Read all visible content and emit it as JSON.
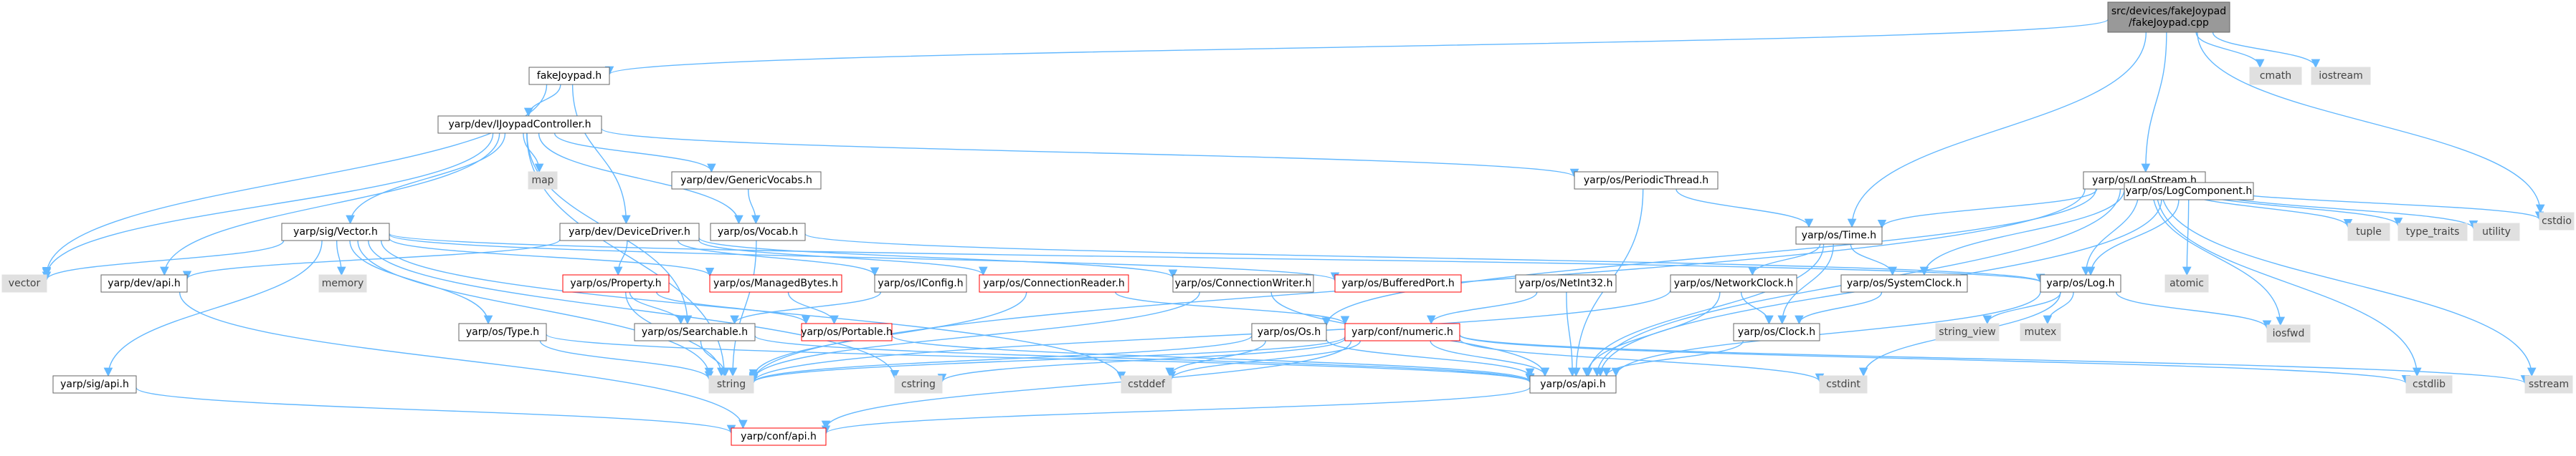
{
  "graph": {
    "colors": {
      "normal_fill": "#ffffff",
      "normal_stroke": "#666666",
      "normal_text": "#000000",
      "root_fill": "#999999",
      "root_stroke": "#666666",
      "external_fill": "#e0e0e0",
      "external_stroke": "#e0e0e0",
      "external_text": "#444444",
      "incomplete_stroke": "#ff0000",
      "edge": "#63b8ff"
    },
    "nodes": [
      {
        "id": "root",
        "label": [
          "src/devices/fakeJoypad",
          "/fakeJoypad.cpp"
        ],
        "kind": "root",
        "interactable": false
      },
      {
        "id": "fakejoypad_h",
        "label": [
          "fakeJoypad.h"
        ],
        "kind": "normal",
        "interactable": true
      },
      {
        "id": "ijoypadcontroller",
        "label": [
          "yarp/dev/IJoypadController.h"
        ],
        "kind": "normal",
        "interactable": true
      },
      {
        "id": "cmath",
        "label": [
          "cmath"
        ],
        "kind": "external",
        "interactable": false
      },
      {
        "id": "iostream",
        "label": [
          "iostream"
        ],
        "kind": "external",
        "interactable": false
      },
      {
        "id": "logstream",
        "label": [
          "yarp/os/LogStream.h"
        ],
        "kind": "normal",
        "interactable": true
      },
      {
        "id": "cstdio",
        "label": [
          "cstdio"
        ],
        "kind": "external",
        "interactable": false
      },
      {
        "id": "map",
        "label": [
          "map"
        ],
        "kind": "external",
        "interactable": false
      },
      {
        "id": "genericvocabs",
        "label": [
          "yarp/dev/GenericVocabs.h"
        ],
        "kind": "normal",
        "interactable": true
      },
      {
        "id": "periodicthread",
        "label": [
          "yarp/os/PeriodicThread.h"
        ],
        "kind": "normal",
        "interactable": true
      },
      {
        "id": "sigvector",
        "label": [
          "yarp/sig/Vector.h"
        ],
        "kind": "normal",
        "interactable": true
      },
      {
        "id": "devicedriver",
        "label": [
          "yarp/dev/DeviceDriver.h"
        ],
        "kind": "normal",
        "interactable": true
      },
      {
        "id": "vocab",
        "label": [
          "yarp/os/Vocab.h"
        ],
        "kind": "normal",
        "interactable": true
      },
      {
        "id": "time",
        "label": [
          "yarp/os/Time.h"
        ],
        "kind": "normal",
        "interactable": true
      },
      {
        "id": "logcomponent",
        "label": [
          "yarp/os/LogComponent.h"
        ],
        "kind": "normal",
        "interactable": true
      },
      {
        "id": "tuple",
        "label": [
          "tuple"
        ],
        "kind": "external",
        "interactable": false
      },
      {
        "id": "type_traits",
        "label": [
          "type_traits"
        ],
        "kind": "external",
        "interactable": false
      },
      {
        "id": "utility",
        "label": [
          "utility"
        ],
        "kind": "external",
        "interactable": false
      },
      {
        "id": "vector",
        "label": [
          "vector"
        ],
        "kind": "external",
        "interactable": false
      },
      {
        "id": "memory",
        "label": [
          "memory"
        ],
        "kind": "external",
        "interactable": false
      },
      {
        "id": "devapi",
        "label": [
          "yarp/dev/api.h"
        ],
        "kind": "normal",
        "interactable": true
      },
      {
        "id": "property",
        "label": [
          "yarp/os/Property.h"
        ],
        "kind": "incomplete",
        "interactable": true
      },
      {
        "id": "managedbytes",
        "label": [
          "yarp/os/ManagedBytes.h"
        ],
        "kind": "incomplete",
        "interactable": true
      },
      {
        "id": "iconfig",
        "label": [
          "yarp/os/IConfig.h"
        ],
        "kind": "normal",
        "interactable": true
      },
      {
        "id": "connectionreader",
        "label": [
          "yarp/os/ConnectionReader.h"
        ],
        "kind": "incomplete",
        "interactable": true
      },
      {
        "id": "connectionwriter",
        "label": [
          "yarp/os/ConnectionWriter.h"
        ],
        "kind": "normal",
        "interactable": true
      },
      {
        "id": "bufferedport",
        "label": [
          "yarp/os/BufferedPort.h"
        ],
        "kind": "incomplete",
        "interactable": true
      },
      {
        "id": "netint32",
        "label": [
          "yarp/os/NetInt32.h"
        ],
        "kind": "normal",
        "interactable": true
      },
      {
        "id": "networkclock",
        "label": [
          "yarp/os/NetworkClock.h"
        ],
        "kind": "normal",
        "interactable": true
      },
      {
        "id": "systemclock",
        "label": [
          "yarp/os/SystemClock.h"
        ],
        "kind": "normal",
        "interactable": true
      },
      {
        "id": "log",
        "label": [
          "yarp/os/Log.h"
        ],
        "kind": "normal",
        "interactable": true
      },
      {
        "id": "atomic",
        "label": [
          "atomic"
        ],
        "kind": "external",
        "interactable": false
      },
      {
        "id": "iosfwd",
        "label": [
          "iosfwd"
        ],
        "kind": "external",
        "interactable": false
      },
      {
        "id": "cstdlib",
        "label": [
          "cstdlib"
        ],
        "kind": "external",
        "interactable": false
      },
      {
        "id": "sstream",
        "label": [
          "sstream"
        ],
        "kind": "external",
        "interactable": false
      },
      {
        "id": "ostype",
        "label": [
          "yarp/os/Type.h"
        ],
        "kind": "normal",
        "interactable": true
      },
      {
        "id": "searchable",
        "label": [
          "yarp/os/Searchable.h"
        ],
        "kind": "normal",
        "interactable": true
      },
      {
        "id": "portable",
        "label": [
          "yarp/os/Portable.h"
        ],
        "kind": "incomplete",
        "interactable": true
      },
      {
        "id": "os_os",
        "label": [
          "yarp/os/Os.h"
        ],
        "kind": "normal",
        "interactable": true
      },
      {
        "id": "numeric",
        "label": [
          "yarp/conf/numeric.h"
        ],
        "kind": "incomplete",
        "interactable": true
      },
      {
        "id": "clock",
        "label": [
          "yarp/os/Clock.h"
        ],
        "kind": "normal",
        "interactable": true
      },
      {
        "id": "string_view",
        "label": [
          "string_view"
        ],
        "kind": "external",
        "interactable": false
      },
      {
        "id": "mutex",
        "label": [
          "mutex"
        ],
        "kind": "external",
        "interactable": false
      },
      {
        "id": "sigapi",
        "label": [
          "yarp/sig/api.h"
        ],
        "kind": "normal",
        "interactable": true
      },
      {
        "id": "string",
        "label": [
          "string"
        ],
        "kind": "external",
        "interactable": false
      },
      {
        "id": "cstring",
        "label": [
          "cstring"
        ],
        "kind": "external",
        "interactable": false
      },
      {
        "id": "cstddef",
        "label": [
          "cstddef"
        ],
        "kind": "external",
        "interactable": false
      },
      {
        "id": "osapi",
        "label": [
          "yarp/os/api.h"
        ],
        "kind": "normal",
        "interactable": true
      },
      {
        "id": "cstdint",
        "label": [
          "cstdint"
        ],
        "kind": "external",
        "interactable": false
      },
      {
        "id": "confapi",
        "label": [
          "yarp/conf/api.h"
        ],
        "kind": "incomplete",
        "interactable": true
      }
    ],
    "edges": [
      [
        "root",
        "fakejoypad_h"
      ],
      [
        "root",
        "cmath"
      ],
      [
        "root",
        "iostream"
      ],
      [
        "root",
        "logstream"
      ],
      [
        "root",
        "time"
      ],
      [
        "root",
        "cstdio"
      ],
      [
        "fakejoypad_h",
        "ijoypadcontroller"
      ],
      [
        "fakejoypad_h",
        "devicedriver"
      ],
      [
        "fakejoypad_h",
        "vector"
      ],
      [
        "ijoypadcontroller",
        "map"
      ],
      [
        "ijoypadcontroller",
        "genericvocabs"
      ],
      [
        "ijoypadcontroller",
        "periodicthread"
      ],
      [
        "ijoypadcontroller",
        "sigvector"
      ],
      [
        "ijoypadcontroller",
        "vocab"
      ],
      [
        "ijoypadcontroller",
        "vector"
      ],
      [
        "ijoypadcontroller",
        "devapi"
      ],
      [
        "ijoypadcontroller",
        "searchable"
      ],
      [
        "ijoypadcontroller",
        "string"
      ],
      [
        "genericvocabs",
        "vocab"
      ],
      [
        "periodicthread",
        "time"
      ],
      [
        "periodicthread",
        "osapi"
      ],
      [
        "vocab",
        "log"
      ],
      [
        "vocab",
        "string"
      ],
      [
        "sigvector",
        "vector"
      ],
      [
        "sigvector",
        "memory"
      ],
      [
        "sigvector",
        "managedbytes"
      ],
      [
        "sigvector",
        "ostype"
      ],
      [
        "sigvector",
        "sigapi"
      ],
      [
        "sigvector",
        "string"
      ],
      [
        "sigvector",
        "cstring"
      ],
      [
        "sigvector",
        "cstddef"
      ],
      [
        "sigvector",
        "bufferedport"
      ],
      [
        "sigvector",
        "log"
      ],
      [
        "devicedriver",
        "property"
      ],
      [
        "devicedriver",
        "iconfig"
      ],
      [
        "devicedriver",
        "connectionreader"
      ],
      [
        "devicedriver",
        "devapi"
      ],
      [
        "devicedriver",
        "connectionwriter"
      ],
      [
        "property",
        "searchable"
      ],
      [
        "property",
        "portable"
      ],
      [
        "property",
        "string"
      ],
      [
        "managedbytes",
        "portable"
      ],
      [
        "iconfig",
        "searchable"
      ],
      [
        "connectionreader",
        "string"
      ],
      [
        "connectionreader",
        "numeric"
      ],
      [
        "connectionwriter",
        "osapi"
      ],
      [
        "connectionwriter",
        "string"
      ],
      [
        "logstream",
        "time"
      ],
      [
        "logstream",
        "systemclock"
      ],
      [
        "logstream",
        "logcomponent"
      ],
      [
        "logstream",
        "log"
      ],
      [
        "logstream",
        "tuple"
      ],
      [
        "logstream",
        "type_traits"
      ],
      [
        "logstream",
        "utility"
      ],
      [
        "logstream",
        "cstdio"
      ],
      [
        "logstream",
        "iosfwd"
      ],
      [
        "logstream",
        "cstdlib"
      ],
      [
        "logstream",
        "sstream"
      ],
      [
        "logstream",
        "string"
      ],
      [
        "logstream",
        "os_os"
      ],
      [
        "logstream",
        "osapi"
      ],
      [
        "time",
        "networkclock"
      ],
      [
        "time",
        "systemclock"
      ],
      [
        "time",
        "clock"
      ],
      [
        "time",
        "osapi"
      ],
      [
        "logcomponent",
        "log"
      ],
      [
        "logcomponent",
        "atomic"
      ],
      [
        "logcomponent",
        "osapi"
      ],
      [
        "log",
        "string_view"
      ],
      [
        "log",
        "mutex"
      ],
      [
        "log",
        "iosfwd"
      ],
      [
        "log",
        "osapi"
      ],
      [
        "log",
        "cstdint"
      ],
      [
        "networkclock",
        "clock"
      ],
      [
        "networkclock",
        "osapi"
      ],
      [
        "networkclock",
        "string"
      ],
      [
        "systemclock",
        "clock"
      ],
      [
        "netint32",
        "numeric"
      ],
      [
        "netint32",
        "osapi"
      ],
      [
        "ostype",
        "string"
      ],
      [
        "ostype",
        "osapi"
      ],
      [
        "searchable",
        "string"
      ],
      [
        "searchable",
        "osapi"
      ],
      [
        "portable",
        "osapi"
      ],
      [
        "os_os",
        "string"
      ],
      [
        "os_os",
        "cstddef"
      ],
      [
        "os_os",
        "osapi"
      ],
      [
        "numeric",
        "string"
      ],
      [
        "numeric",
        "cstddef"
      ],
      [
        "numeric",
        "cstdint"
      ],
      [
        "numeric",
        "cstring"
      ],
      [
        "numeric",
        "sstream"
      ],
      [
        "numeric",
        "cstdlib"
      ],
      [
        "numeric",
        "confapi"
      ],
      [
        "numeric",
        "osapi"
      ],
      [
        "clock",
        "osapi"
      ],
      [
        "devapi",
        "confapi"
      ],
      [
        "sigapi",
        "confapi"
      ],
      [
        "osapi",
        "confapi"
      ]
    ]
  }
}
